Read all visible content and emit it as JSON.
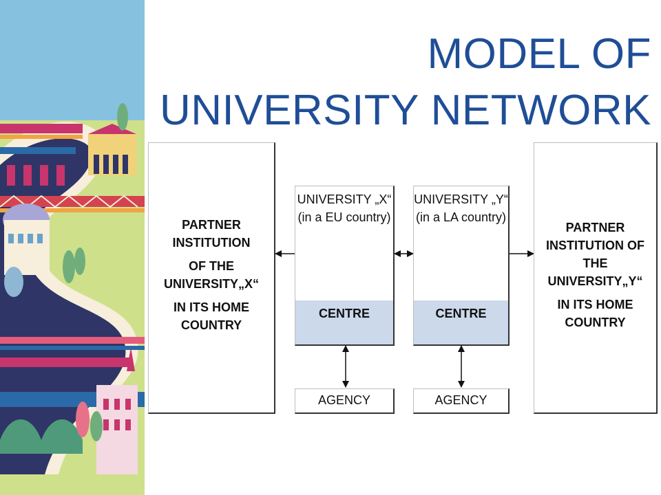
{
  "title": "MODEL OF UNIVERSITY NETWORK",
  "diagram": {
    "partner_x": {
      "line1": "PARTNER INSTITUTION",
      "line2": "OF THE UNIVERSITY„X“",
      "line3": "IN ITS HOME COUNTRY"
    },
    "university_x": {
      "label": "UNIVERSITY „X“ (in a EU country)",
      "centre": "CENTRE"
    },
    "university_y": {
      "label": "UNIVERSITY „Y“ (in a LA country)",
      "centre": "CENTRE"
    },
    "agency_x": {
      "label": "AGENCY"
    },
    "agency_y": {
      "label": "AGENCY"
    },
    "partner_y": {
      "line1": "PARTNER INSTITUTION OF THE UNIVERSITY„Y“",
      "line2": "IN ITS HOME COUNTRY"
    }
  },
  "colors": {
    "title": "#1f4e96",
    "centre_fill": "#cbd9eb",
    "border": "#333333"
  }
}
